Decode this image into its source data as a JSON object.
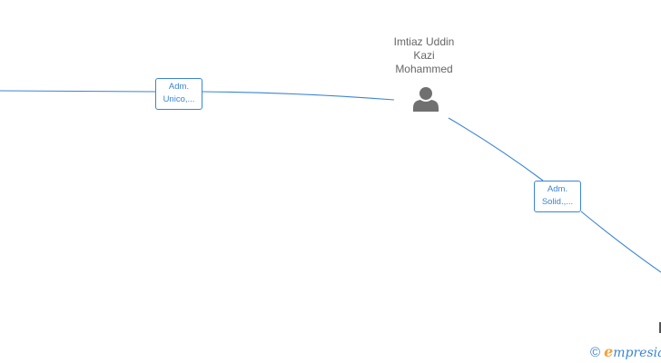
{
  "person": {
    "name_lines": [
      "Imtiaz Uddin",
      "Kazi",
      "Mohammed"
    ],
    "icon": "person-icon"
  },
  "roles": [
    {
      "line1": "Adm.",
      "line2": "Unico,..."
    },
    {
      "line1": "Adm.",
      "line2": "Solid.,..."
    }
  ],
  "colors": {
    "edge": "#3a84d6",
    "label_text": "#3a84d6",
    "name_text": "#666666",
    "icon": "#707070"
  },
  "brand": {
    "copyright_symbol": "©",
    "initial": "e",
    "rest": "mpresia"
  }
}
